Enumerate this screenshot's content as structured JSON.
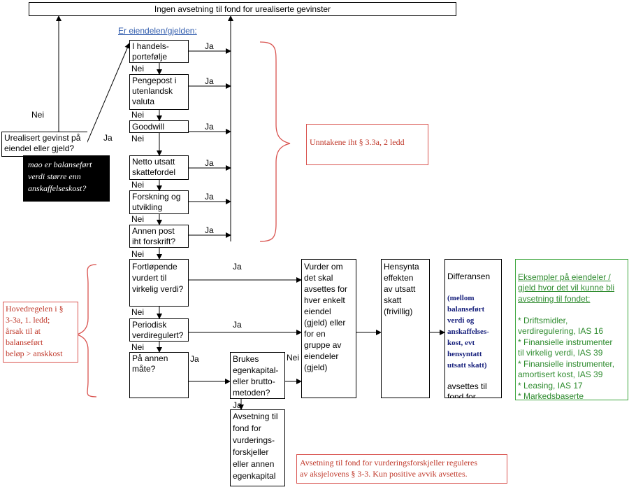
{
  "top_box": "Ingen avsetning til fond for urealiserte gevinster",
  "question_header": "Er eiendelen/gjelden:",
  "start_box": "Urealisert gevinst på\neiendel eller gjeld?",
  "note_box": "mao er balanseført\nverdi større enn\nanskaffelseskost?",
  "start_nei": "Nei",
  "start_ja": "Ja",
  "exceptions": [
    {
      "label": "I handels-\nportefølje",
      "ja": "Ja",
      "nei": "Nei"
    },
    {
      "label": "Pengepost i\nutenlandsk\nvaluta",
      "ja": "Ja",
      "nei": "Nei"
    },
    {
      "label": "Goodwill",
      "ja": "Ja",
      "nei": "Nei"
    },
    {
      "label": "Netto utsatt\nskattefordel",
      "ja": "Ja",
      "nei": "Nei"
    },
    {
      "label": "Forskning og\nutvikling",
      "ja": "Ja",
      "nei": "Nei"
    },
    {
      "label": "Annen post\niht forskrift?",
      "ja": "Ja",
      "nei": "Nei"
    }
  ],
  "exception_note": "Unntakene iht § 3.3a, 2 ledd",
  "main_rule_note": "Hovedregelen i §\n3-3a, 1. ledd;\nårsak til at\nbalanseført\nbeløp > anskkost",
  "rules": [
    {
      "label": "Fortløpende\nvurdert til\nvirkelig verdi?",
      "ja": "Ja",
      "nei": "Nei"
    },
    {
      "label": "Periodisk\nverdiregulert?",
      "ja": "Ja",
      "nei": "Nei"
    },
    {
      "label": "På annen\nmåte?",
      "ja": "Ja"
    }
  ],
  "method_box": "Brukes\negenkapital-\neller brutto-\nmetoden?",
  "method_nei": "Nei",
  "method_ja": "Ja",
  "equity_box": "Avsetning til\nfond for\nvurderings-\nforskjeller\neller annen\negenkapital",
  "assess_box": "Vurder om\ndet skal\navsettes for\nhver enkelt\neiendel\n(gjeld) eller\nfor en\ngruppe av\neiendeler\n(gjeld)",
  "tax_box": "Hensynta\neffekten\nav utsatt\nskatt\n(frivillig)",
  "diff_box": {
    "line1": "Differansen",
    "highlight": "(mellom\nbalanseført\nverdi og\nanskaffelses-\nkost, evt\nhensyntatt\nutsatt skatt)",
    "line2": "avsettes til\nfond for\nurealiserte\ngevinster"
  },
  "examples": {
    "heading": "Eksempler på eiendeler /\ngjeld hvor det vil kunne bli\navsetning til fondet:",
    "items": "* Driftsmidler,\nverdiregulering, IAS 16\n* Finansielle instrumenter\ntil virkelig verdi, IAS 39\n* Finansielle instrumenter,\namortisert kost, IAS 39\n* Leasing, IAS 17\n* Markedsbaserte\nfinansielle omløpsmidler"
  },
  "bottom_note": "Avsetning til fond for vurderingsforskjeller reguleres\nav aksjelovens § 3-3. Kun positive avvik avsettes.",
  "colors": {
    "red": "#d9534f",
    "green": "#3aa53a",
    "blue": "#1a237e",
    "link": "#2e5aac"
  }
}
